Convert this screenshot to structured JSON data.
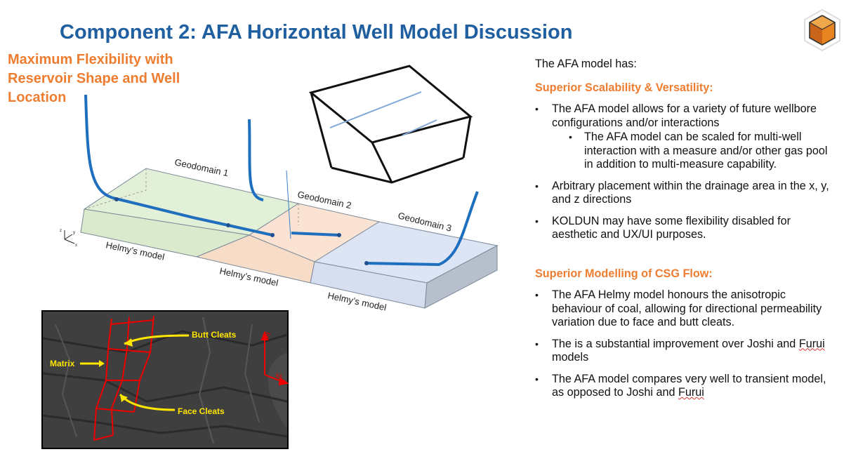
{
  "slide": {
    "title": "Component 2: AFA Horizontal Well Model Discussion",
    "subtitle": "Maximum Flexibility with Reservoir Shape and Well Location"
  },
  "diagram": {
    "geodomains": [
      "Geodomain 1",
      "Geodomain 2",
      "Geodomain 3"
    ],
    "model_labels": [
      "Helmy’s model",
      "Helmy’s model",
      "Helmy’s model"
    ],
    "axis_labels": [
      "z",
      "y",
      "x"
    ]
  },
  "photo": {
    "labels": {
      "butt": "Butt Cleats",
      "matrix": "Matrix",
      "face": "Face Cleats",
      "ky": "ky",
      "kx": "kx"
    }
  },
  "right": {
    "intro": "The AFA model has:",
    "section1": {
      "heading": "Superior Scalability & Versatility:",
      "bullets": [
        "The AFA model allows for a variety of future wellbore configurations and/or interactions",
        "Arbitrary placement within the drainage area in the x, y, and z directions",
        "KOLDUN may have some flexibility disabled for aesthetic and UX/UI purposes."
      ],
      "sub_bullet": "The AFA model can be scaled for multi-well interaction with a measure and/or other gas pool in addition to multi-measure capability."
    },
    "section2": {
      "heading": "Superior Modelling of CSG Flow:",
      "bullet1": "The AFA Helmy model honours the anisotropic behaviour of coal, allowing for directional permeability variation due to face and butt cleats.",
      "bullet2_pre": "The is a substantial improvement over Joshi and ",
      "bullet2_word": "Furui",
      "bullet2_post": " models",
      "bullet3_pre": "The AFA model compares very well to transient model, as opposed to Joshi and ",
      "bullet3_word": "Furui"
    }
  },
  "colors": {
    "title": "#1f5fa0",
    "accent": "#ed7d31",
    "well": "#1f6fbf"
  }
}
